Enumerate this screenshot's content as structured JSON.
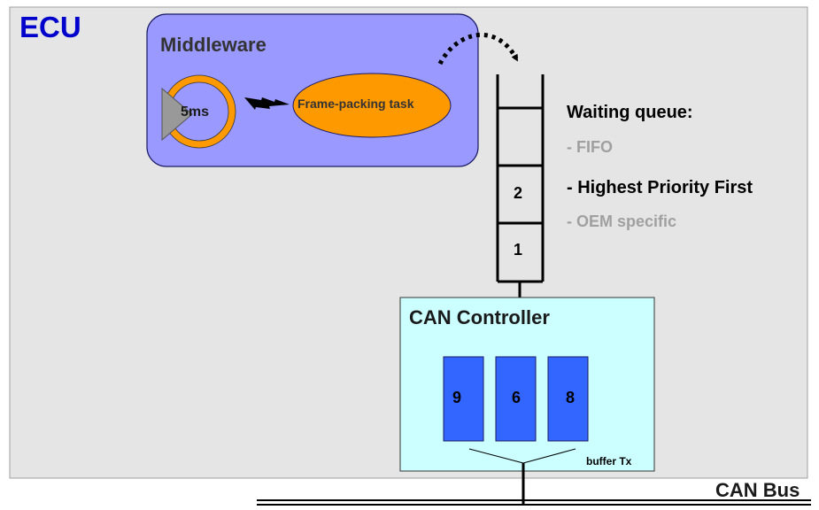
{
  "ecu": {
    "label": "ECU"
  },
  "middleware": {
    "label": "Middleware",
    "timer_label": "5ms",
    "task_label": "Frame-packing task"
  },
  "queue": {
    "slots": [
      "",
      "",
      "2",
      "1"
    ],
    "title": "Waiting queue:",
    "policies": [
      {
        "text": "- FIFO",
        "active": false
      },
      {
        "text": "- Highest Priority First",
        "active": true
      },
      {
        "text": "- OEM specific",
        "active": false
      }
    ]
  },
  "can_controller": {
    "label": "CAN Controller",
    "buffers": [
      "9",
      "6",
      "8"
    ],
    "buffer_label": "buffer Tx"
  },
  "bus": {
    "label": "CAN Bus"
  },
  "colors": {
    "ecu_bg": "#e5e5e5",
    "middleware_bg": "#9999ff",
    "task_fill": "#ff9900",
    "controller_bg": "#ccffff",
    "buffer_fill": "#3366ff",
    "ecu_label": "#0000cc",
    "middleware_label": "#333333",
    "inactive_policy": "#a0a0a0"
  }
}
